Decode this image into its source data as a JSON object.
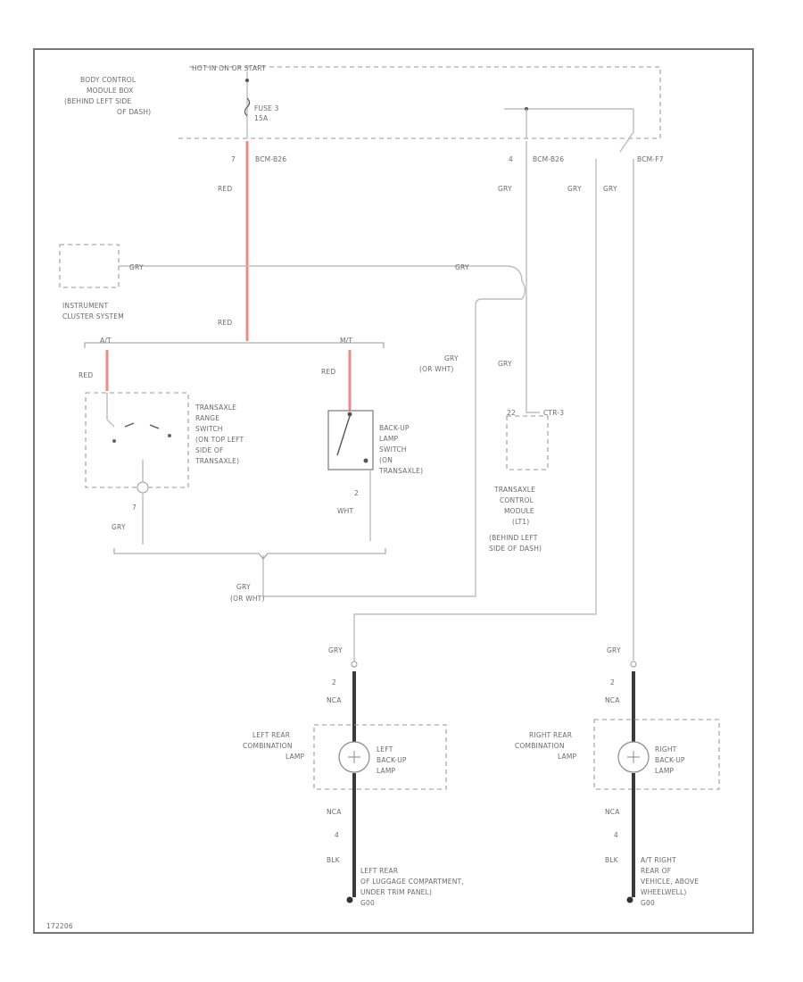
{
  "labels": {
    "bcm_box": [
      "BODY CONTROL",
      "MODULE BOX",
      "(BEHIND LEFT SIDE",
      "OF DASH)"
    ],
    "hot_label": "HOT IN ON OR START",
    "fuse": [
      "FUSE 3",
      "15A"
    ],
    "pin_bcm_7": "7",
    "conn_bcm_a": "BCM-B26",
    "pin_bcm_4": "4",
    "conn_bcm_b": "BCM-B26",
    "conn_bcm_c": "BCM-F7",
    "wire_red_1": "RED",
    "wire_gry_1": "GRY",
    "wire_gry_2": "GRY",
    "wire_gry_3": "GRY",
    "wire_gry_ic": "GRY",
    "wire_gry_ic2": "GRY",
    "ic_label": [
      "INSTRUMENT",
      "CLUSTER SYSTEM"
    ],
    "wire_red_2": "RED",
    "conn_at": "A/T",
    "conn_mt": "M/T",
    "wire_red_at": "RED",
    "wire_red_mt": "RED",
    "wire_gry_or_wht_1": [
      "GRY",
      "(OR WHT)"
    ],
    "wire_gry_tcm": "GRY",
    "trs_label": [
      "TRANSAXLE",
      "RANGE",
      "SWITCH",
      "(ON TOP LEFT",
      "SIDE OF",
      "TRANSAXLE)"
    ],
    "bul_label": [
      "BACK-UP",
      "LAMP",
      "SWITCH",
      "(ON",
      "TRANSAXLE)"
    ],
    "tcm_pin": "22",
    "tcm_conn": "CTR-3",
    "tcm_label": [
      "TRANSAXLE",
      "CONTROL",
      "MODULE",
      "(LT1)",
      "(BEHIND LEFT",
      "SIDE OF DASH)"
    ],
    "pin_trs": "7",
    "wire_gry_trs": "GRY",
    "pin_bul": "2",
    "wire_wht_bul": "WHT",
    "wire_gry_or_wht_2": [
      "GRY",
      "(OR WHT)"
    ],
    "left": {
      "wire_top": "GRY",
      "pin_top": "2",
      "conn_top": "NCA",
      "lamp_label": [
        "LEFT REAR",
        "COMBINATION",
        "LAMP"
      ],
      "bulb_label": [
        "LEFT",
        "BACK-UP",
        "LAMP"
      ],
      "conn_bot": "NCA",
      "pin_bot": "4",
      "wire_bot": "BLK",
      "ground": [
        "LEFT REAR",
        "OF LUGGAGE COMPARTMENT,",
        "UNDER TRIM PANEL)",
        "G00"
      ]
    },
    "right": {
      "wire_top": "GRY",
      "pin_top": "2",
      "conn_top": "NCA",
      "lamp_label": [
        "RIGHT REAR",
        "COMBINATION",
        "LAMP"
      ],
      "bulb_label": [
        "RIGHT",
        "BACK-UP",
        "LAMP"
      ],
      "conn_bot": "NCA",
      "pin_bot": "4",
      "wire_bot": "BLK",
      "ground": [
        "A/T RIGHT",
        "REAR OF",
        "VEHICLE, ABOVE",
        "WHEELWELL)",
        "G00"
      ]
    },
    "figure_id": "172206"
  }
}
